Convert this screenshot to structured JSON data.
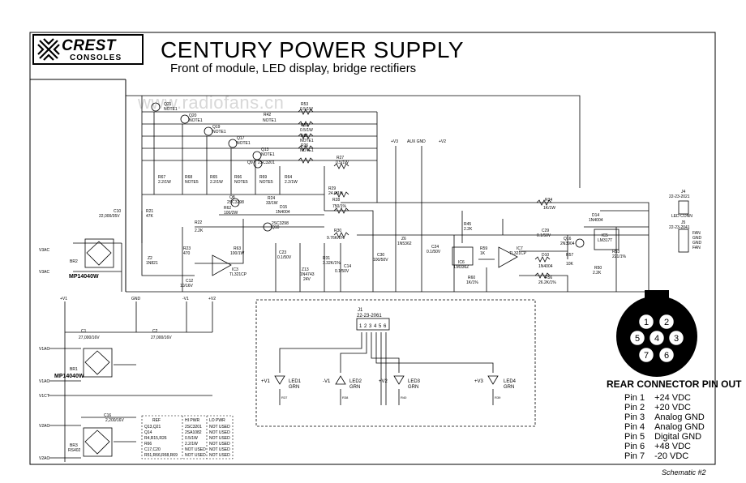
{
  "logo": {
    "brand": "CREST",
    "sub": "CONSOLES"
  },
  "title": "CENTURY POWER SUPPLY",
  "subtitle": "Front of module, LED display, bridge rectifiers",
  "watermark": "www.radiofans.cn",
  "schematic_number": "Schematic #2",
  "rear_connector": {
    "title": "REAR CONNECTOR PIN OUT",
    "pins": [
      {
        "label": "Pin 1",
        "value": "+24 VDC"
      },
      {
        "label": "Pin 2",
        "value": "+20 VDC"
      },
      {
        "label": "Pin 3",
        "value": "Analog GND"
      },
      {
        "label": "Pin 4",
        "value": "Analog GND"
      },
      {
        "label": "Pin 5",
        "value": "Digital GND"
      },
      {
        "label": "Pin 6",
        "value": "+48 VDC"
      },
      {
        "label": "Pin 7",
        "value": "-20 VDC"
      }
    ],
    "socket_numbers": [
      "1",
      "2",
      "3",
      "4",
      "5",
      "6",
      "7"
    ]
  },
  "top_labels": {
    "transistors": [
      "Q21",
      "Q20",
      "Q19",
      "Q17",
      "Q13",
      "Q9",
      "Q8",
      "Q10"
    ],
    "transistor_notes": [
      "NOTE1",
      "NOTE1",
      "NOTE1",
      "NOTE1",
      "NOTE1",
      "2SC3201",
      "2SC3298",
      "2SC3298"
    ],
    "resistors_top": [
      "R53",
      "R42",
      "R52",
      "R51",
      "R26",
      "R27"
    ],
    "resistor_values_top": [
      "0.5/1W",
      "NOTE1",
      "0.5/1W",
      "NOTE1",
      "NOTE1",
      "0.5/1W"
    ],
    "emitter_resistors": [
      "R67",
      "R68",
      "R65",
      "R66",
      "R69",
      "R64"
    ],
    "emitter_values": [
      "2.2/1W",
      "NOTE5",
      "2.2/1W",
      "NOTE5",
      "NOTE5",
      "2.2/1W"
    ],
    "rail_labels": [
      "+V3",
      "AUX GND",
      "+V2"
    ]
  },
  "left_section": {
    "vac_labels": [
      "V3AC",
      "V3AC"
    ],
    "bridge": "BR2",
    "bridge_part": "MP14040W",
    "c10": [
      "C10",
      "22,000/35V"
    ],
    "r21": [
      "R21",
      "47K"
    ],
    "z2": [
      "Z2",
      "1N821"
    ],
    "r22": [
      "R22",
      "2.2K"
    ],
    "r23": [
      "R23",
      "470"
    ],
    "c12": [
      "C12",
      "10/16V"
    ],
    "ic3": [
      "IC3",
      "TL321CP"
    ],
    "r62": [
      "R62",
      "100/2W"
    ],
    "r63": [
      "R63",
      "100/1W"
    ],
    "r24": [
      "R24",
      "33/1W"
    ],
    "d15": [
      "D15",
      "1N4004"
    ],
    "c23": [
      "C23",
      "0.1/50V"
    ],
    "z13": [
      "Z13",
      "1N4743",
      "24V"
    ],
    "r31": [
      "R31",
      "3.32K/1%"
    ],
    "c14": [
      "C14",
      "0.1/50V"
    ],
    "r29": [
      "R29",
      "24.0/1%"
    ],
    "r28": [
      "R28",
      "750/1%"
    ],
    "r30": [
      "R30",
      "9.76K/1%"
    ]
  },
  "right_section": {
    "c30": [
      "C30",
      "100/50V"
    ],
    "z6": [
      "Z6",
      "1N5362"
    ],
    "c24": [
      "C24",
      "0.1/50V"
    ],
    "r45": [
      "R45",
      "2.2K"
    ],
    "ic6": [
      "IC6",
      "LM336Z"
    ],
    "r59": [
      "R59",
      "1K"
    ],
    "r60": [
      "R60",
      "1K/1%"
    ],
    "ic7": [
      "IC7",
      "TL321CP"
    ],
    "c29": [
      "C29",
      "0.1/50V"
    ],
    "d10": [
      "D10",
      "1N4004"
    ],
    "q16": [
      "Q16",
      "2N3904"
    ],
    "r57": [
      "R57",
      "10K"
    ],
    "r56": [
      "R56",
      "26.2K/1%"
    ],
    "r34": [
      "R34",
      "1K/1W"
    ],
    "d14": [
      "D14",
      "1N4004"
    ],
    "ic5": [
      "IC5",
      "LM317T"
    ],
    "r53b": [
      "R53",
      "221/1%"
    ],
    "r50": [
      "R50",
      "2.2K"
    ],
    "j4": [
      "J4",
      "22-23-2021"
    ],
    "led_conn": "LED CONN",
    "j5": [
      "J5",
      "22-23-2041"
    ],
    "fan_labels": [
      "FAN",
      "GND",
      "GND",
      "FAN"
    ]
  },
  "bottom_left": {
    "rails": [
      "+V1",
      "GND",
      "-V1",
      "+V2"
    ],
    "c1": [
      "C1",
      "27,000/16V"
    ],
    "c2": [
      "C2",
      "27,000/16V"
    ],
    "v1ac": [
      "V1AC",
      "V1AC"
    ],
    "br1": [
      "BR1",
      "MP14040W"
    ],
    "v1ct": "V1CT",
    "c16": [
      "C16",
      "2,200/16V"
    ],
    "v2ac": [
      "V2AC",
      "V2AC"
    ],
    "br3": [
      "BR3",
      "RS402"
    ],
    "table_headers": [
      "REF",
      "HI PWR",
      "LO PWR"
    ],
    "table_rows": [
      [
        "Q13,Q21",
        "2SC3201",
        "NOT USED"
      ],
      [
        "Q14",
        "2SA1082",
        "NOT USED"
      ],
      [
        "R4,R15,R26",
        "0.5/1W",
        "NOT USED"
      ],
      [
        "R66",
        "2.2/1W",
        "NOT USED"
      ],
      [
        "C17,C20",
        "NOT USED",
        "NOT USED"
      ],
      [
        "R51,R66,R68,R69",
        "NOT USED",
        "NOT USED"
      ]
    ]
  },
  "led_display": {
    "connector": [
      "J1",
      "22-23-2061"
    ],
    "pins": [
      "1",
      "2",
      "3",
      "4",
      "5",
      "6"
    ],
    "leds": [
      {
        "rail": "+V1",
        "ref": "LED1",
        "color": "GRN",
        "res": "R37"
      },
      {
        "rail": "-V1",
        "ref": "LED2",
        "color": "GRN",
        "res": "R38"
      },
      {
        "rail": "+V2",
        "ref": "LED3",
        "color": "GRN",
        "res": "R40"
      },
      {
        "rail": "+V3",
        "ref": "LED4",
        "color": "GRN",
        "res": "R39"
      }
    ]
  }
}
